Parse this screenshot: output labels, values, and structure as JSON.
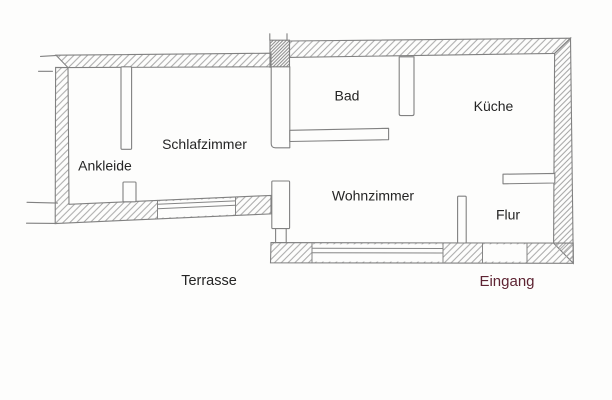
{
  "diagram": {
    "type": "floor-plan",
    "description": "Hand-drawn apartment floor plan with hatched walls"
  },
  "labels": {
    "ankleide": "Ankleide",
    "schlafzimmer": "Schlafzimmer",
    "bad": "Bad",
    "kueche": "Küche",
    "wohnzimmer": "Wohnzimmer",
    "flur": "Flur",
    "terrasse": "Terrasse",
    "eingang": "Eingang"
  },
  "colors": {
    "background": "#fdfdfc",
    "wall_outline": "#818181",
    "hatch": "#a6a6a6",
    "hatch_dark": "#8f8f8f",
    "label_text": "#252525",
    "eingang_text": "#5e2433"
  }
}
